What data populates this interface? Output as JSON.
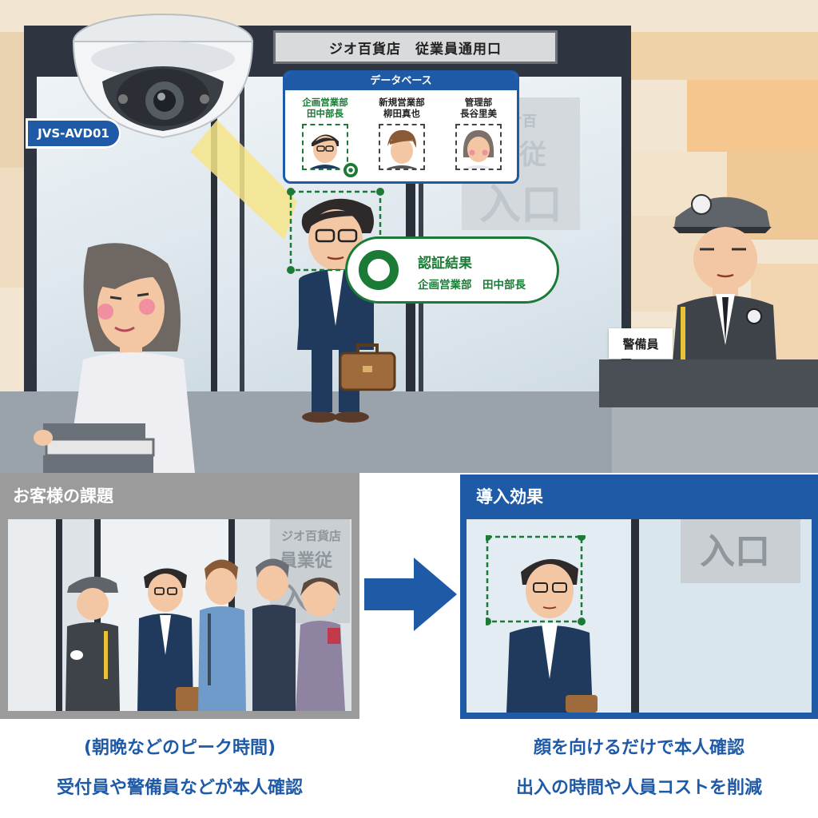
{
  "scene": {
    "sign_text": "ジオ百貨店　従業員通用口",
    "camera_model": "JVS-AVD01",
    "entrance_poster": {
      "line1": "ジオ百",
      "line2": "従",
      "line3": "入口"
    },
    "database": {
      "title": "データベース",
      "entries": [
        {
          "dept": "企画営業部",
          "name": "田中部長",
          "matched": true
        },
        {
          "dept": "新規営業部",
          "name": "柳田真也",
          "matched": false
        },
        {
          "dept": "管理部",
          "name": "長谷里美",
          "matched": false
        }
      ]
    },
    "result": {
      "title": "認証結果",
      "text": "企画営業部　田中部長"
    },
    "guard_plate": "警備員"
  },
  "panels": {
    "before": {
      "title": "お客様の課題",
      "sign": {
        "line1": "ジオ百貨店",
        "line2": "員業従",
        "line3": "入口"
      },
      "caption_line1": "(朝晩などのピーク時間)",
      "caption_line2": "受付員や警備員などが本人確認"
    },
    "after": {
      "title": "導入効果",
      "sign": "入口",
      "caption_line1": "顔を向けるだけで本人確認",
      "caption_line2": "出入の時間や人員コストを削減"
    }
  },
  "colors": {
    "brand_blue": "#1f5aa6",
    "match_green": "#1b7a35",
    "panel_gray": "#9b9b9b"
  }
}
